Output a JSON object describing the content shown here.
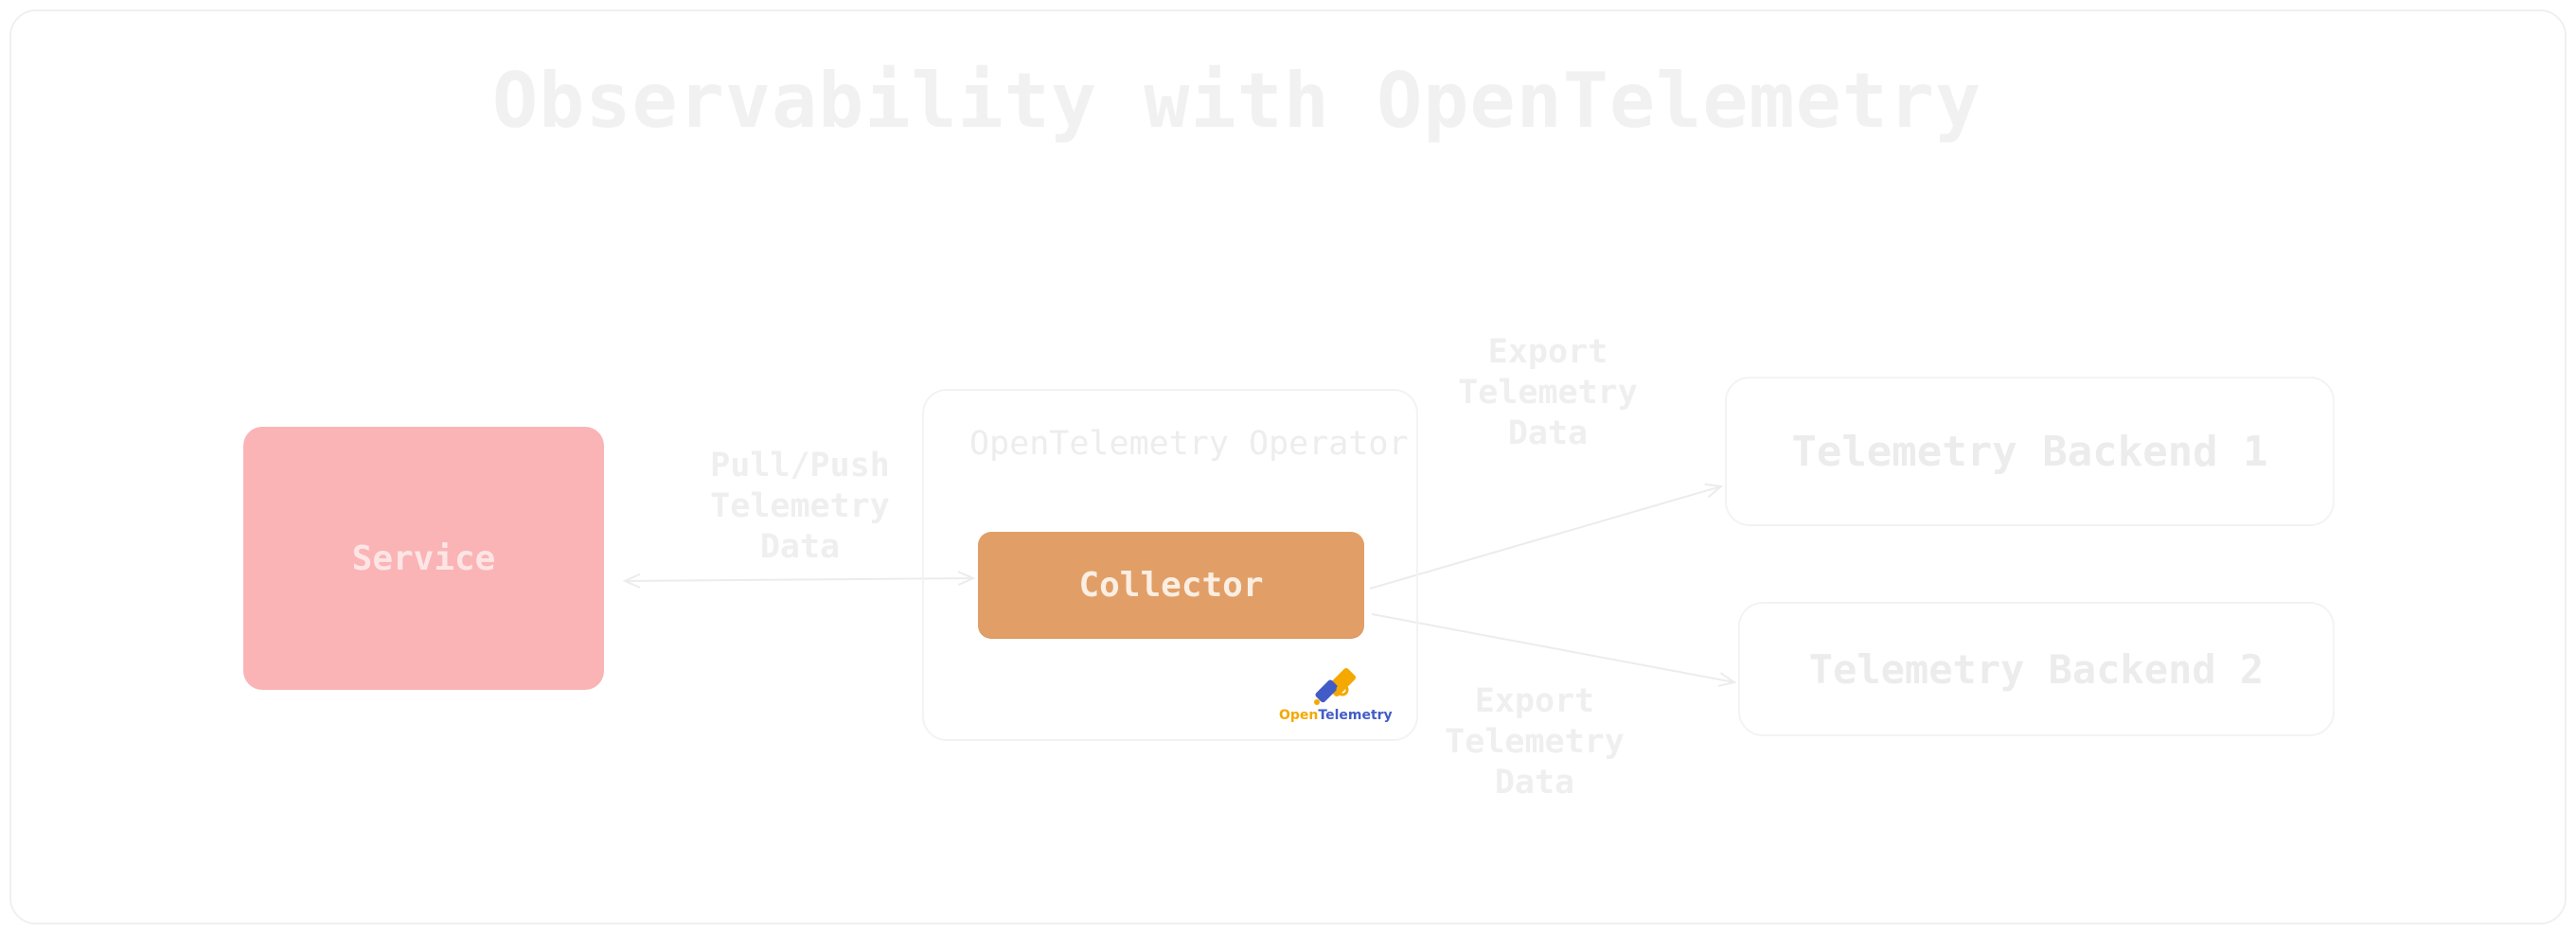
{
  "title": "Observability with OpenTelemetry",
  "nodes": {
    "service": "Service",
    "operator": "OpenTelemetry Operator",
    "collector": "Collector",
    "backend1": "Telemetry Backend 1",
    "backend2": "Telemetry Backend 2"
  },
  "edges": {
    "pull_push": [
      "Pull/Push",
      "Telemetry",
      "Data"
    ],
    "export_1": [
      "Export",
      "Telemetry",
      "Data"
    ],
    "export_2": [
      "Export",
      "Telemetry",
      "Data"
    ]
  },
  "logo": {
    "open": "Open",
    "telemetry": "Telemetry"
  },
  "colors": {
    "service_fill": "#fab4b6",
    "collector_fill": "#e19f67",
    "logo_orange": "#f5a800",
    "logo_blue": "#425cc7"
  }
}
